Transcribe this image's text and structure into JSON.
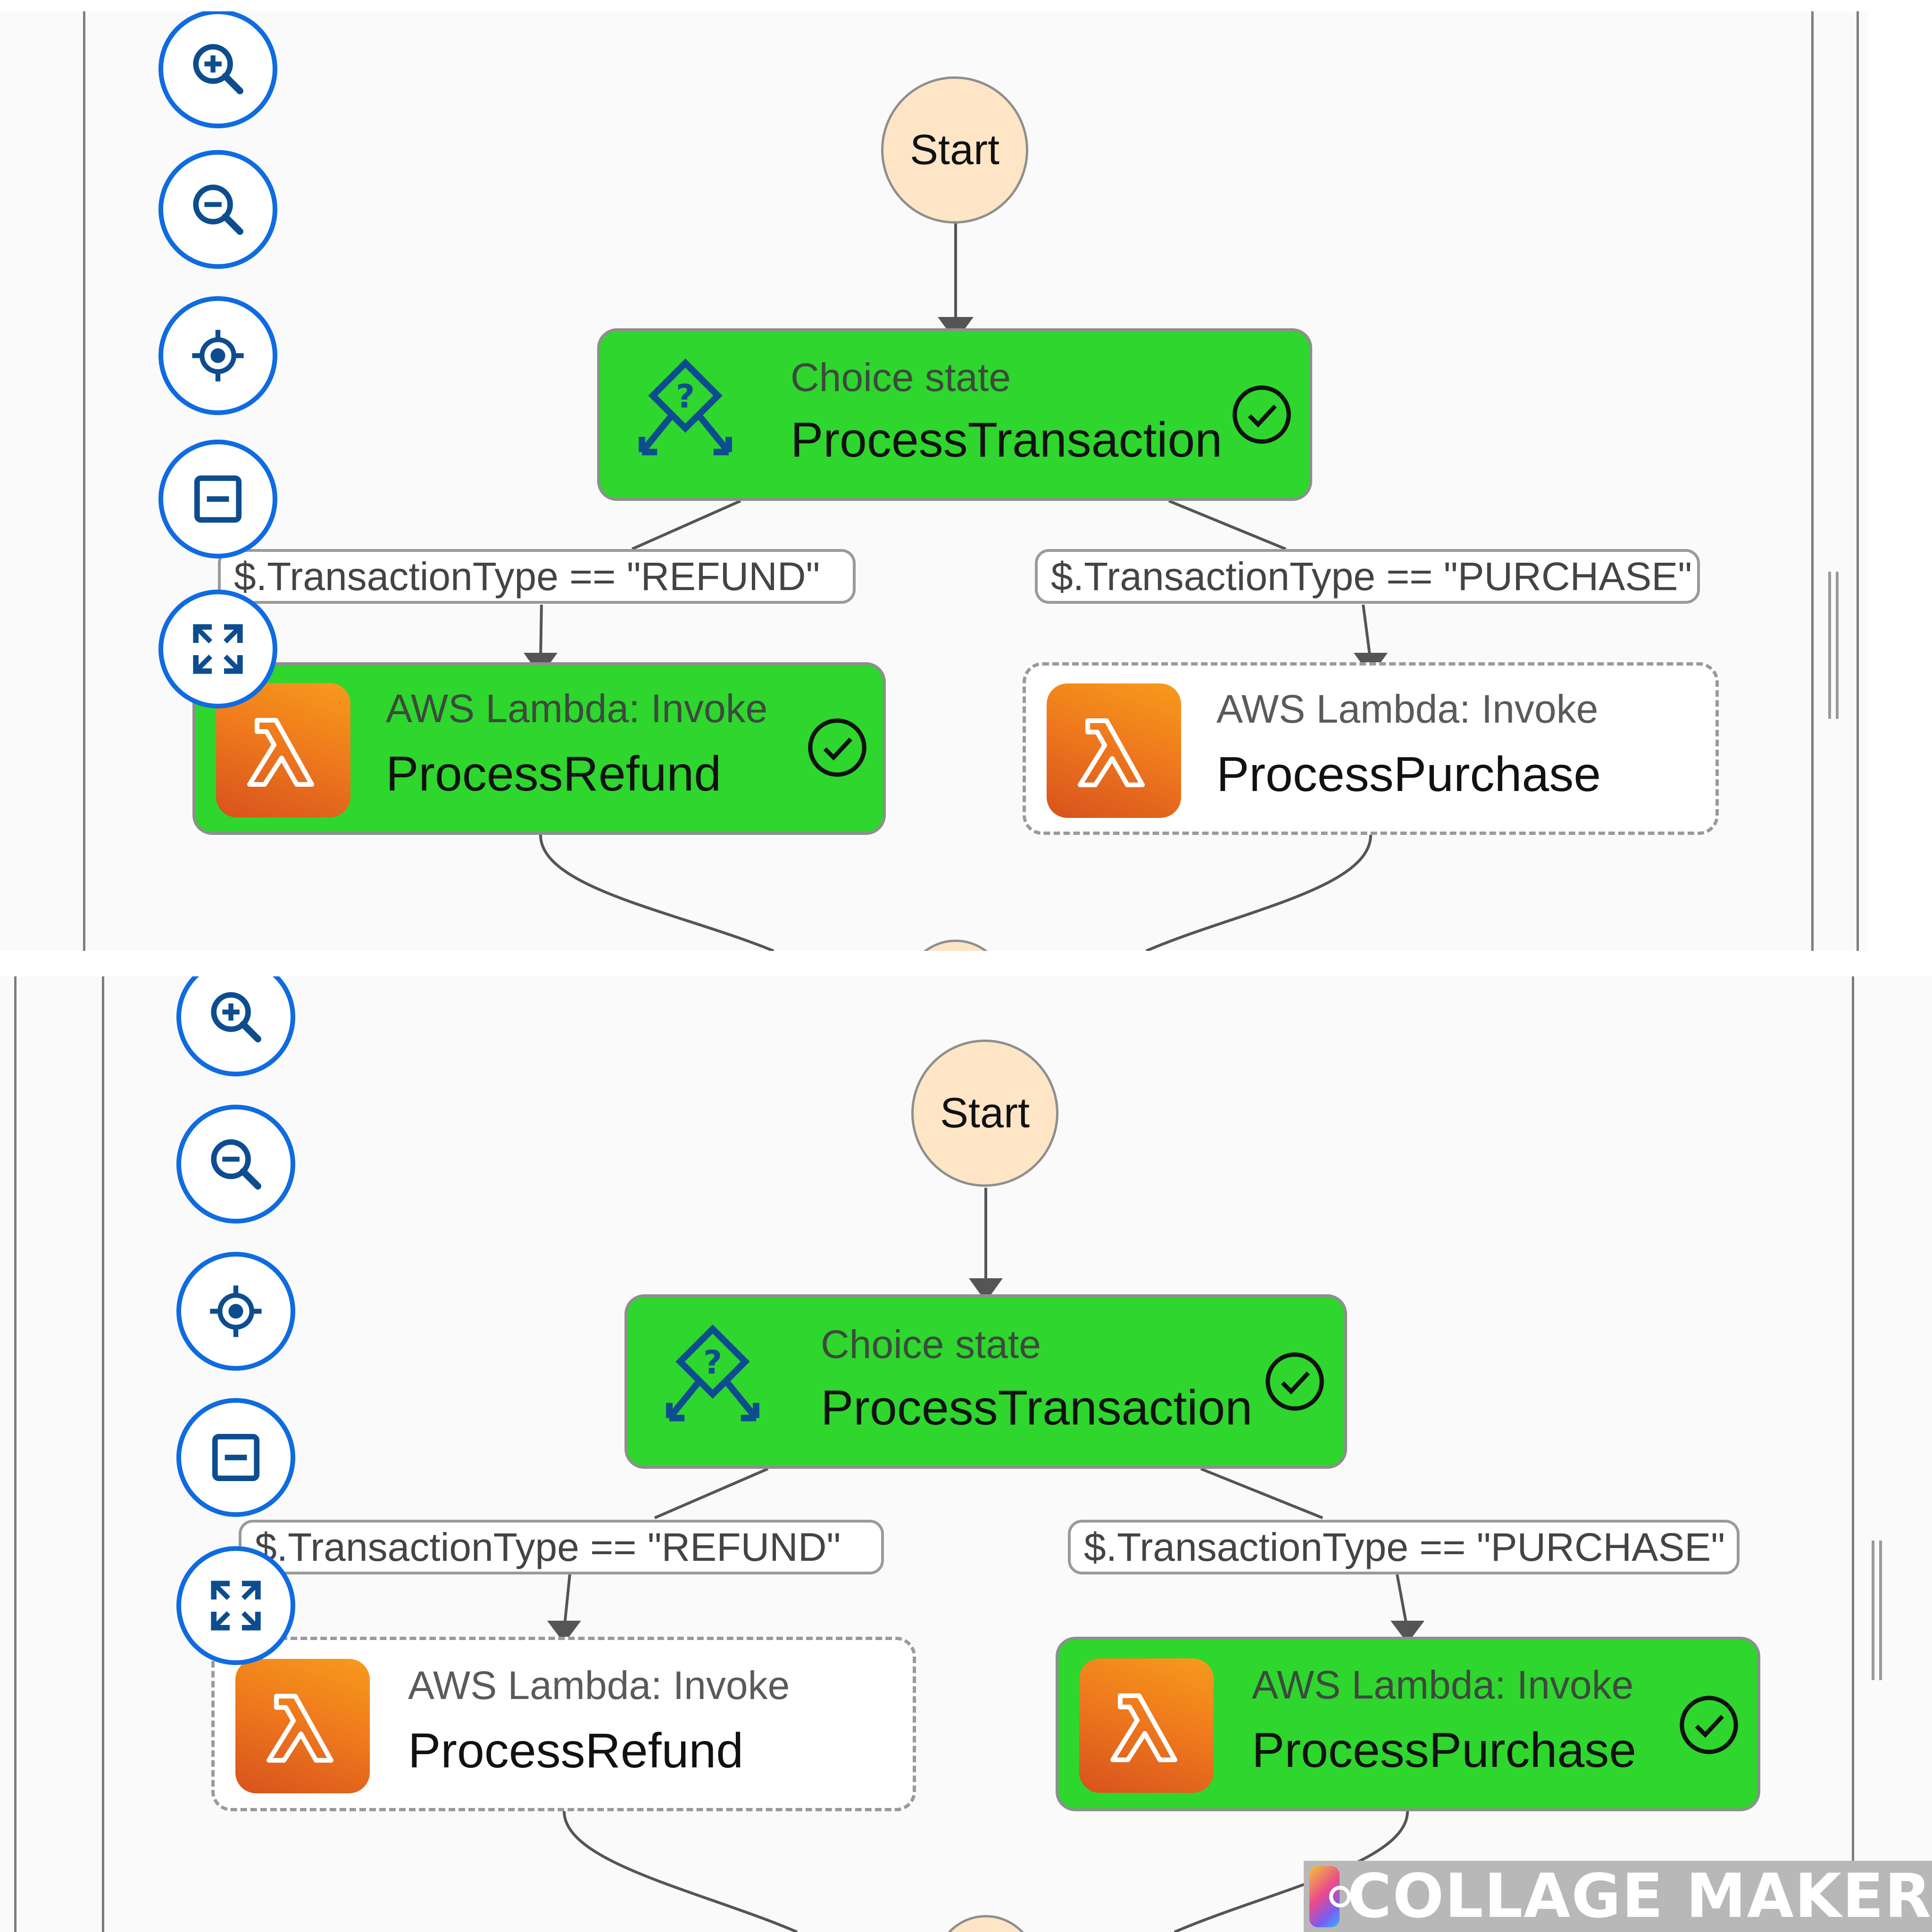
{
  "panels": [
    {
      "start_label": "Start",
      "choice": {
        "type": "Choice state",
        "name": "ProcessTransaction"
      },
      "conditions": {
        "refund": "$.TransactionType == \"REFUND\"",
        "purchase": "$.TransactionType == \"PURCHASE\""
      },
      "refund_task": {
        "type": "AWS Lambda: Invoke",
        "name": "ProcessRefund",
        "status": "executed"
      },
      "purchase_task": {
        "type": "AWS Lambda: Invoke",
        "name": "ProcessPurchase",
        "status": "not executed"
      }
    },
    {
      "start_label": "Start",
      "choice": {
        "type": "Choice state",
        "name": "ProcessTransaction"
      },
      "conditions": {
        "refund": "$.TransactionType == \"REFUND\"",
        "purchase": "$.TransactionType == \"PURCHASE\""
      },
      "refund_task": {
        "type": "AWS Lambda: Invoke",
        "name": "ProcessRefund",
        "status": "not executed"
      },
      "purchase_task": {
        "type": "AWS Lambda: Invoke",
        "name": "ProcessPurchase",
        "status": "executed"
      }
    }
  ],
  "controls": [
    "zoom-in-icon",
    "zoom-out-icon",
    "center-icon",
    "fit-icon",
    "fullscreen-icon"
  ],
  "colors": {
    "executed_fill": "#2ed62e",
    "control_blue": "#0f6be0",
    "start_fill": "#fde5c6",
    "lambda_orange": "#ef7a1d"
  },
  "watermark": "COLLAGE MAKER"
}
